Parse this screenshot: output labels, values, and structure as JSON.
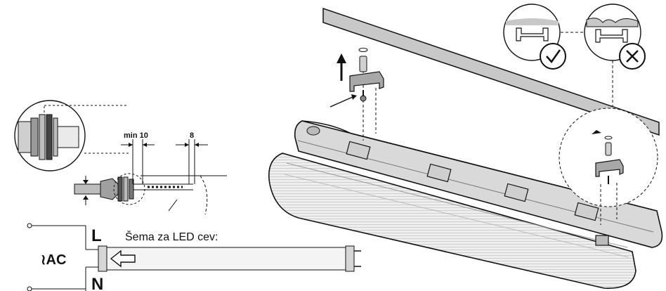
{
  "dimensions": {
    "min_label": "min 10",
    "strip_label": "8"
  },
  "wiring": {
    "title": "Šema za LED cev:",
    "line_label": "L",
    "neutral_label": "N",
    "supply_label": "≀AC"
  },
  "icons": {
    "correct": "check-icon",
    "incorrect": "cross-icon",
    "lift": "up-arrow-icon",
    "insert": "left-arrow-icon"
  },
  "colors": {
    "ceiling": "#c8c8c8",
    "housing": "#d9d9d9",
    "diffuser": "#ededed",
    "line": "#111111"
  }
}
